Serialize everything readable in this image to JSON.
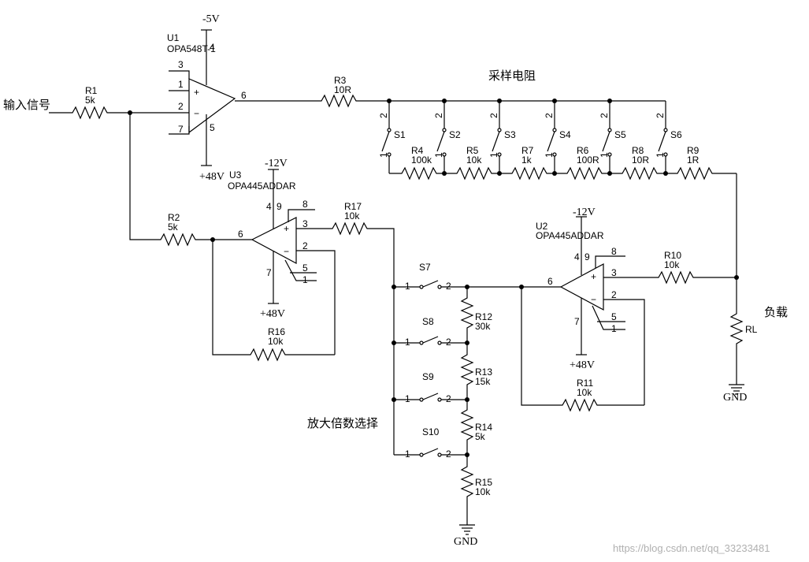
{
  "labels": {
    "input": "输入信号",
    "sampling": "采样电阻",
    "load": "负载",
    "gain_select": "放大倍数选择",
    "watermark": "https://blog.csdn.net/qq_33233481"
  },
  "opamps": {
    "u1": {
      "ref": "U1",
      "part": "OPA548T-1",
      "vneg": "-5V",
      "vpos": "+48V",
      "p1": "1",
      "p2": "2",
      "p3": "3",
      "p4": "4",
      "p5": "5",
      "p6": "6",
      "p7": "7"
    },
    "u3": {
      "ref": "U3",
      "part": "OPA445ADDAR",
      "vneg": "-12V",
      "vpos": "+48V",
      "p1": "1",
      "p2": "2",
      "p3": "3",
      "p4": "4",
      "p5": "5",
      "p6": "6",
      "p7": "7",
      "p8": "8",
      "p9": "9"
    },
    "u2": {
      "ref": "U2",
      "part": "OPA445ADDAR",
      "vneg": "-12V",
      "vpos": "+48V",
      "p1": "1",
      "p2": "2",
      "p3": "3",
      "p4": "4",
      "p5": "5",
      "p6": "6",
      "p7": "7",
      "p8": "8",
      "p9": "9"
    }
  },
  "resistors": {
    "r1": {
      "ref": "R1",
      "val": "5k"
    },
    "r2": {
      "ref": "R2",
      "val": "5k"
    },
    "r3": {
      "ref": "R3",
      "val": "10R"
    },
    "r4": {
      "ref": "R4",
      "val": "100k"
    },
    "r5": {
      "ref": "R5",
      "val": "10k"
    },
    "r7": {
      "ref": "R7",
      "val": "1k"
    },
    "r6": {
      "ref": "R6",
      "val": "100R"
    },
    "r8": {
      "ref": "R8",
      "val": "10R"
    },
    "r9": {
      "ref": "R9",
      "val": "1R"
    },
    "r17": {
      "ref": "R17",
      "val": "10k"
    },
    "r16": {
      "ref": "R16",
      "val": "10k"
    },
    "r10": {
      "ref": "R10",
      "val": "10k"
    },
    "r11": {
      "ref": "R11",
      "val": "10k"
    },
    "r12": {
      "ref": "R12",
      "val": "30k"
    },
    "r13": {
      "ref": "R13",
      "val": "15k"
    },
    "r14": {
      "ref": "R14",
      "val": "5k"
    },
    "r15": {
      "ref": "R15",
      "val": "10k"
    },
    "rl": {
      "ref": "RL"
    }
  },
  "switches": {
    "s1": "S1",
    "s2": "S2",
    "s3": "S3",
    "s4": "S4",
    "s5": "S5",
    "s6": "S6",
    "s7": "S7",
    "s8": "S8",
    "s9": "S9",
    "s10": "S10",
    "pin1": "1",
    "pin2": "2"
  },
  "grounds": {
    "g1": "GND",
    "g2": "GND"
  }
}
